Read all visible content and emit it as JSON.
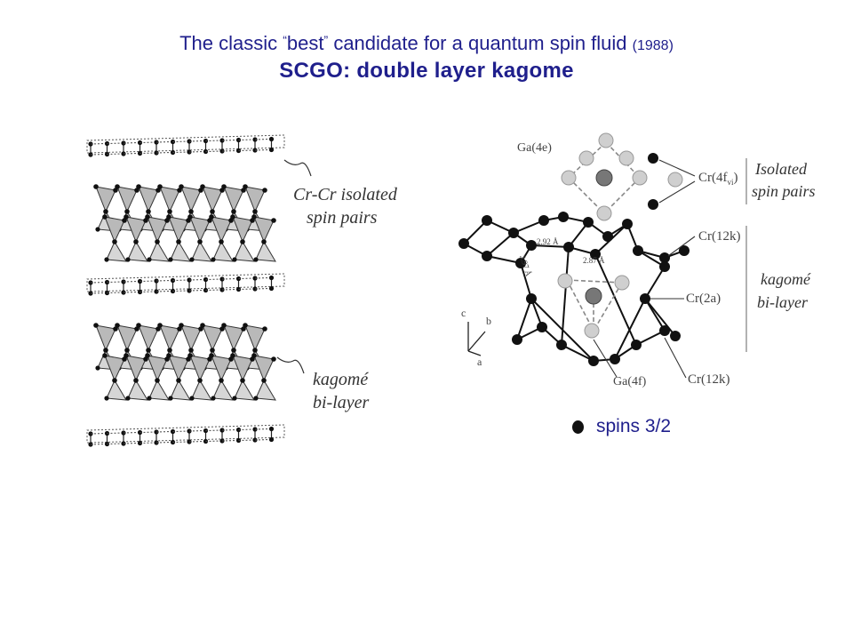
{
  "title": {
    "pre": "The classic",
    "quote_open": "“",
    "best": "best",
    "quote_close": "”",
    "post": "candidate for a quantum spin fluid",
    "year": "(1988)",
    "subtitle": "SCGO: double layer kagome"
  },
  "left_figure": {
    "label_pairs_1": "Cr-Cr isolated",
    "label_pairs_2": "spin pairs",
    "label_kagome_1": "kagomé",
    "label_kagome_2": "bi-layer"
  },
  "right_figure": {
    "ga4e": "Ga(4e)",
    "cr4f": "Cr(4f",
    "cr4f_sub": "vi",
    "cr4f_close": ")",
    "isolated_1": "Isolated",
    "isolated_2": "spin pairs",
    "cr12k_top": "Cr(12k)",
    "cr2a": "Cr(2a)",
    "cr12k_bottom": "Cr(12k)",
    "ga4f": "Ga(4f)",
    "kagome_1": "kagomé",
    "kagome_2": "bi-layer",
    "dist_292": "2.92 Å",
    "dist_287": "2.87 Å",
    "dist_297": "2.97 Å",
    "axis_c": "c",
    "axis_b": "b",
    "axis_a": "a"
  },
  "legend": {
    "label": "spins 3/2",
    "dot_color": "#111111"
  }
}
